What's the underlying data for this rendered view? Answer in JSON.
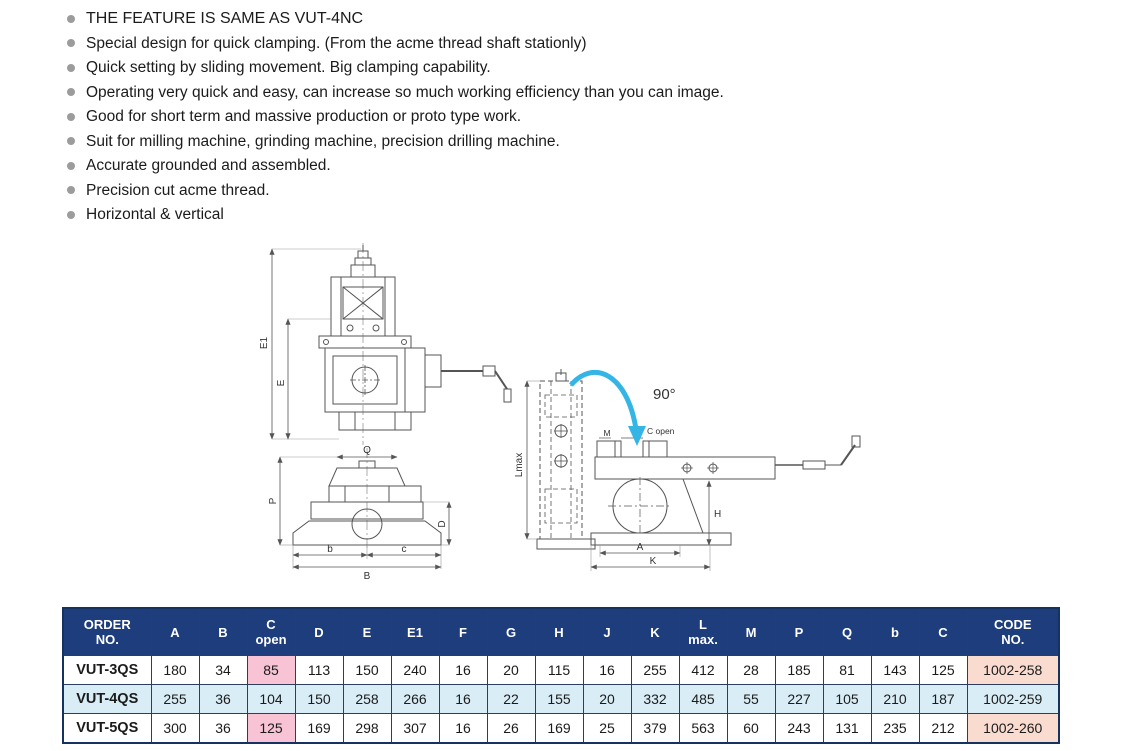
{
  "features": [
    "THE FEATURE IS SAME AS VUT-4NC",
    "Special design for quick clamping. (From the acme thread shaft stationly)",
    "Quick setting by sliding movement. Big clamping capability.",
    "Operating very quick and easy, can increase so much working efficiency than you can image.",
    "Good for short term and massive production or proto type work.",
    "Suit for milling machine, grinding machine, precision drilling machine.",
    "Accurate grounded and assembled.",
    "Precision cut acme thread.",
    "Horizontal & vertical"
  ],
  "diagram": {
    "accent_color": "#35b5e5",
    "front_view": {
      "e1": "E1",
      "e": "E"
    },
    "plan_view": {
      "q": "Q",
      "p": "P",
      "d": "D",
      "b": "b",
      "c": "c",
      "b_total": "B"
    },
    "side_view": {
      "lmax": "Lmax",
      "angle": "90°",
      "m": "M",
      "c_open": "C open",
      "h": "H",
      "a": "A",
      "k": "K"
    }
  },
  "table": {
    "headers": [
      "ORDER\nNO.",
      "A",
      "B",
      "C\nopen",
      "D",
      "E",
      "E1",
      "F",
      "G",
      "H",
      "J",
      "K",
      "L\nmax.",
      "M",
      "P",
      "Q",
      "b",
      "C",
      "CODE\nNO."
    ],
    "rows": [
      [
        "VUT-3QS",
        "180",
        "34",
        "85",
        "113",
        "150",
        "240",
        "16",
        "20",
        "115",
        "16",
        "255",
        "412",
        "28",
        "185",
        "81",
        "143",
        "125",
        "1002-258"
      ],
      [
        "VUT-4QS",
        "255",
        "36",
        "104",
        "150",
        "258",
        "266",
        "16",
        "22",
        "155",
        "20",
        "332",
        "485",
        "55",
        "227",
        "105",
        "210",
        "187",
        "1002-259"
      ],
      [
        "VUT-5QS",
        "300",
        "36",
        "125",
        "169",
        "298",
        "307",
        "16",
        "26",
        "169",
        "25",
        "379",
        "563",
        "60",
        "243",
        "131",
        "235",
        "212",
        "1002-260"
      ]
    ],
    "highlight_col": 3,
    "alt_rows": [
      1
    ],
    "colors": {
      "header_bg": "#1e3d7c",
      "highlight_pink": "#f7c3d5",
      "alt_blue": "#d9edf6",
      "code_bg": "#fadbd0"
    }
  }
}
